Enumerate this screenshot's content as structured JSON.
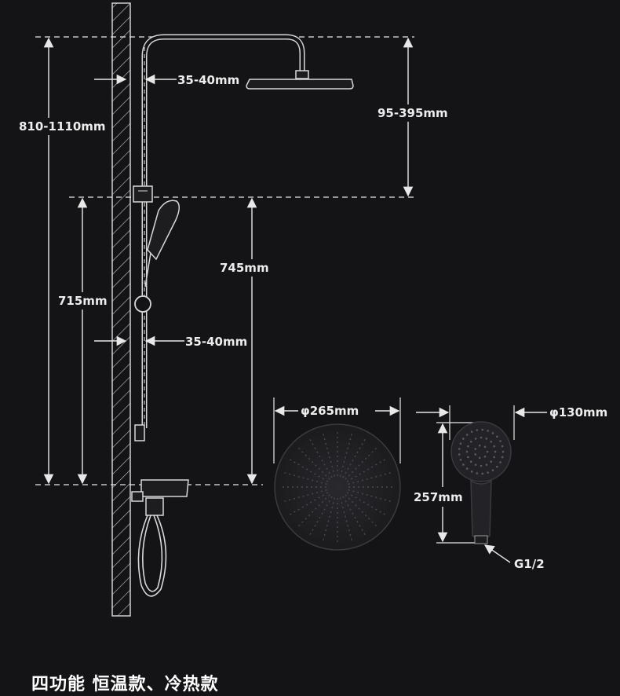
{
  "dimensions": {
    "total_height": "810-1110mm",
    "top_wall_gap": "35-40mm",
    "head_drop": "95-395mm",
    "bracket_height": "745mm",
    "rail_height": "715mm",
    "bottom_wall_gap": "35-40mm",
    "overhead_diameter": "φ265mm",
    "handheld_diameter": "φ130mm",
    "handheld_length": "257mm",
    "thread_size": "G1/2"
  },
  "caption": "四功能 恒温款、冷热款",
  "colors": {
    "background": "#141416",
    "line": "#e8e8e8",
    "wall": "#cfcfcf",
    "fixture": "#222226"
  }
}
